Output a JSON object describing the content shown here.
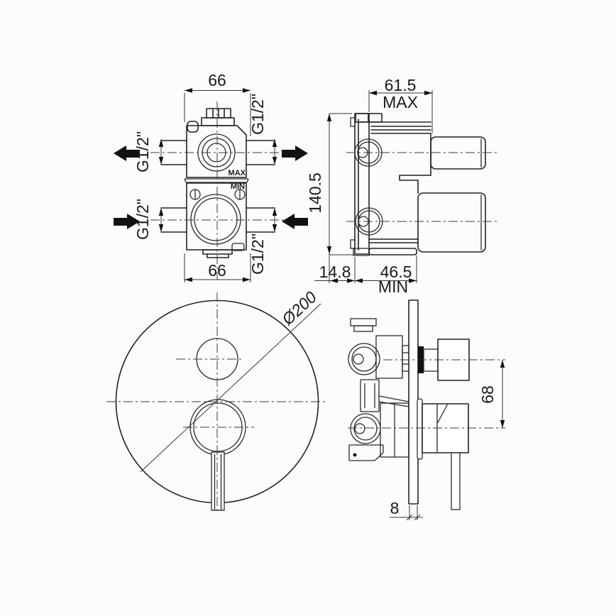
{
  "colors": {
    "ink": "#1a1a1a",
    "background": "#fcfcfc",
    "arrow_fill": "#111111"
  },
  "views": {
    "front_valve": {
      "dim_top": "66",
      "dim_bottom": "66",
      "g_top_left": "G1/2\"",
      "g_top_right": "G1/2\"",
      "g_bottom_left": "G1/2\"",
      "g_bottom_right": "G1/2\"",
      "max": "MAX",
      "min": "MIN"
    },
    "side_valve": {
      "dim_depth_max": "61.5",
      "max": "MAX",
      "dim_height": "140.5",
      "dim_wall_offset": "14.8",
      "dim_depth_min": "46.5",
      "min": "MIN"
    },
    "front_plate": {
      "dim_diameter": "Ø200"
    },
    "side_trim": {
      "dim_center_distance": "68",
      "dim_plate_thickness": "8"
    }
  }
}
